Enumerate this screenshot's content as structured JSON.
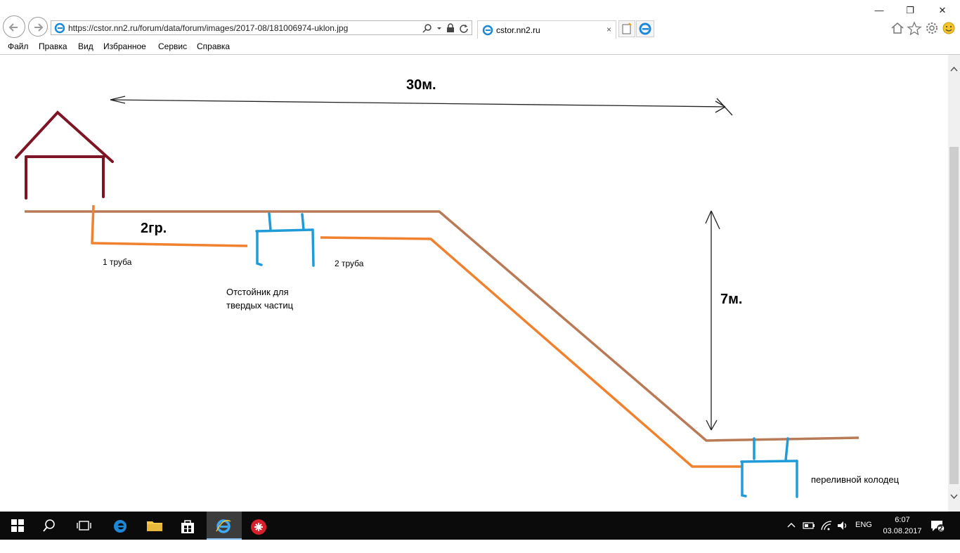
{
  "browser": {
    "url": "https://cstor.nn2.ru/forum/data/forum/images/2017-08/181006974-uklon.jpg",
    "tab_title": "cstor.nn2.ru",
    "tab_close": "×"
  },
  "window_controls": {
    "minimize": "—",
    "maximize": "❐",
    "close": "✕"
  },
  "menu": {
    "items": [
      "Файл",
      "Правка",
      "Вид",
      "Избранное",
      "Сервис",
      "Справка"
    ]
  },
  "drawing": {
    "dimension_length": "30м.",
    "slope": "2гр.",
    "pipe1": "1 труба",
    "pipe2": "2 труба",
    "settler_line1": "Отстойник для",
    "settler_line2": "твердых частиц",
    "dimension_height": "7м.",
    "overflow_well": "переливной колодец",
    "colors": {
      "house": "#7d1525",
      "ground": "#b97a57",
      "pipe": "#f0812f",
      "tank": "#1f9bd7",
      "arrow": "#222222"
    }
  },
  "taskbar": {
    "lang": "ENG",
    "time": "6:07",
    "date": "03.08.2017",
    "notifications": "2"
  }
}
